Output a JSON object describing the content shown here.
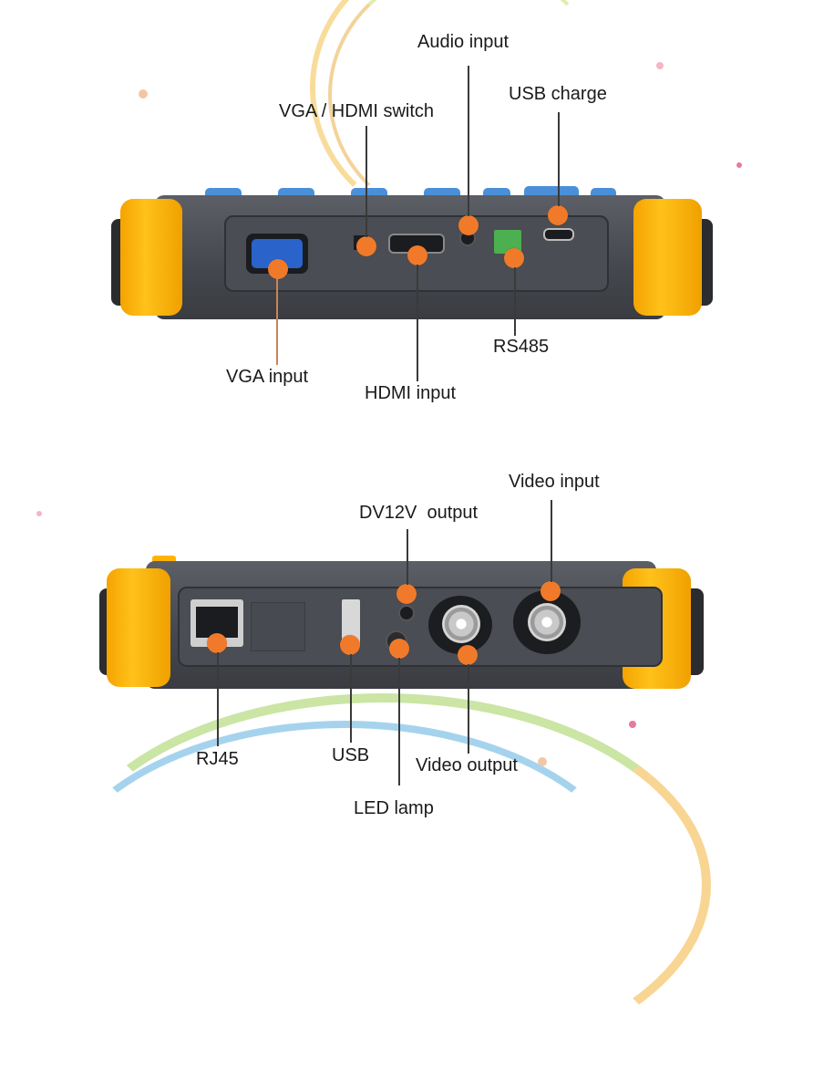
{
  "diagram": {
    "type": "annotated-product-photo",
    "subject": "Handheld CCTV tester — port layout (top and bottom edges)",
    "accent_colors": {
      "marker": "#f07a2a",
      "bumper": "#ffb400",
      "body": "#4a4d53",
      "vga_port": "#2a63c9",
      "rs485_terminal": "#4caf50"
    },
    "top_view": {
      "labels": [
        {
          "id": "audio_input",
          "text": "Audio input"
        },
        {
          "id": "usb_charge",
          "text": "USB charge"
        },
        {
          "id": "vga_hdmi_switch",
          "text": "VGA / HDMI switch"
        },
        {
          "id": "rs485",
          "text": "RS485"
        },
        {
          "id": "vga_input",
          "text": "VGA input"
        },
        {
          "id": "hdmi_input",
          "text": "HDMI input"
        }
      ]
    },
    "bottom_view": {
      "labels": [
        {
          "id": "video_input",
          "text": "Video input"
        },
        {
          "id": "dv12v_output",
          "text": "DV12V  output"
        },
        {
          "id": "rj45",
          "text": "RJ45"
        },
        {
          "id": "usb",
          "text": "USB"
        },
        {
          "id": "video_output",
          "text": "Video output"
        },
        {
          "id": "led_lamp",
          "text": "LED lamp"
        }
      ]
    }
  }
}
